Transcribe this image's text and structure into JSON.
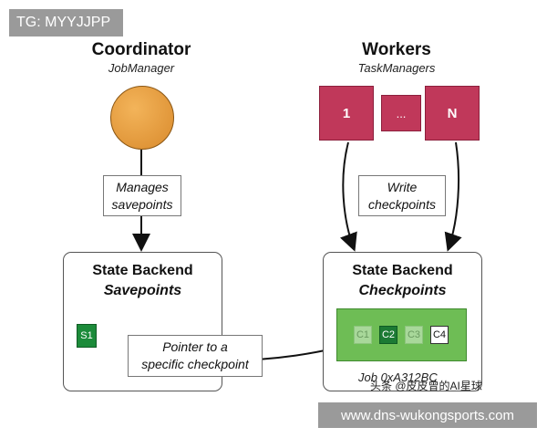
{
  "watermark_tag": "TG: MYYJJPP",
  "coordinator": {
    "title": "Coordinator",
    "subtitle": "JobManager"
  },
  "workers": {
    "title": "Workers",
    "subtitle": "TaskManagers",
    "nodes": [
      "1",
      "...",
      "N"
    ]
  },
  "labels": {
    "manages": [
      "Manages",
      "savepoints"
    ],
    "write": [
      "Write",
      "checkpoints"
    ],
    "pointer": [
      "Pointer to a",
      "specific checkpoint"
    ]
  },
  "savepoint_backend": {
    "title": "State Backend",
    "subtitle": "Savepoints",
    "item": "S1"
  },
  "checkpoint_backend": {
    "title": "State Backend",
    "subtitle": "Checkpoints",
    "checkpoints": [
      "C1",
      "C2",
      "C3",
      "C4"
    ],
    "job": "Job 0xA312BC"
  },
  "credit": "头条 @皮皮曾的AI星球",
  "footer": "www.dns-wukongsports.com",
  "colors": {
    "coordinator": "#e49a3a",
    "worker": "#c0385a",
    "checkpoint_panel": "#6ebd55",
    "savepoint": "#1c8b3a"
  }
}
